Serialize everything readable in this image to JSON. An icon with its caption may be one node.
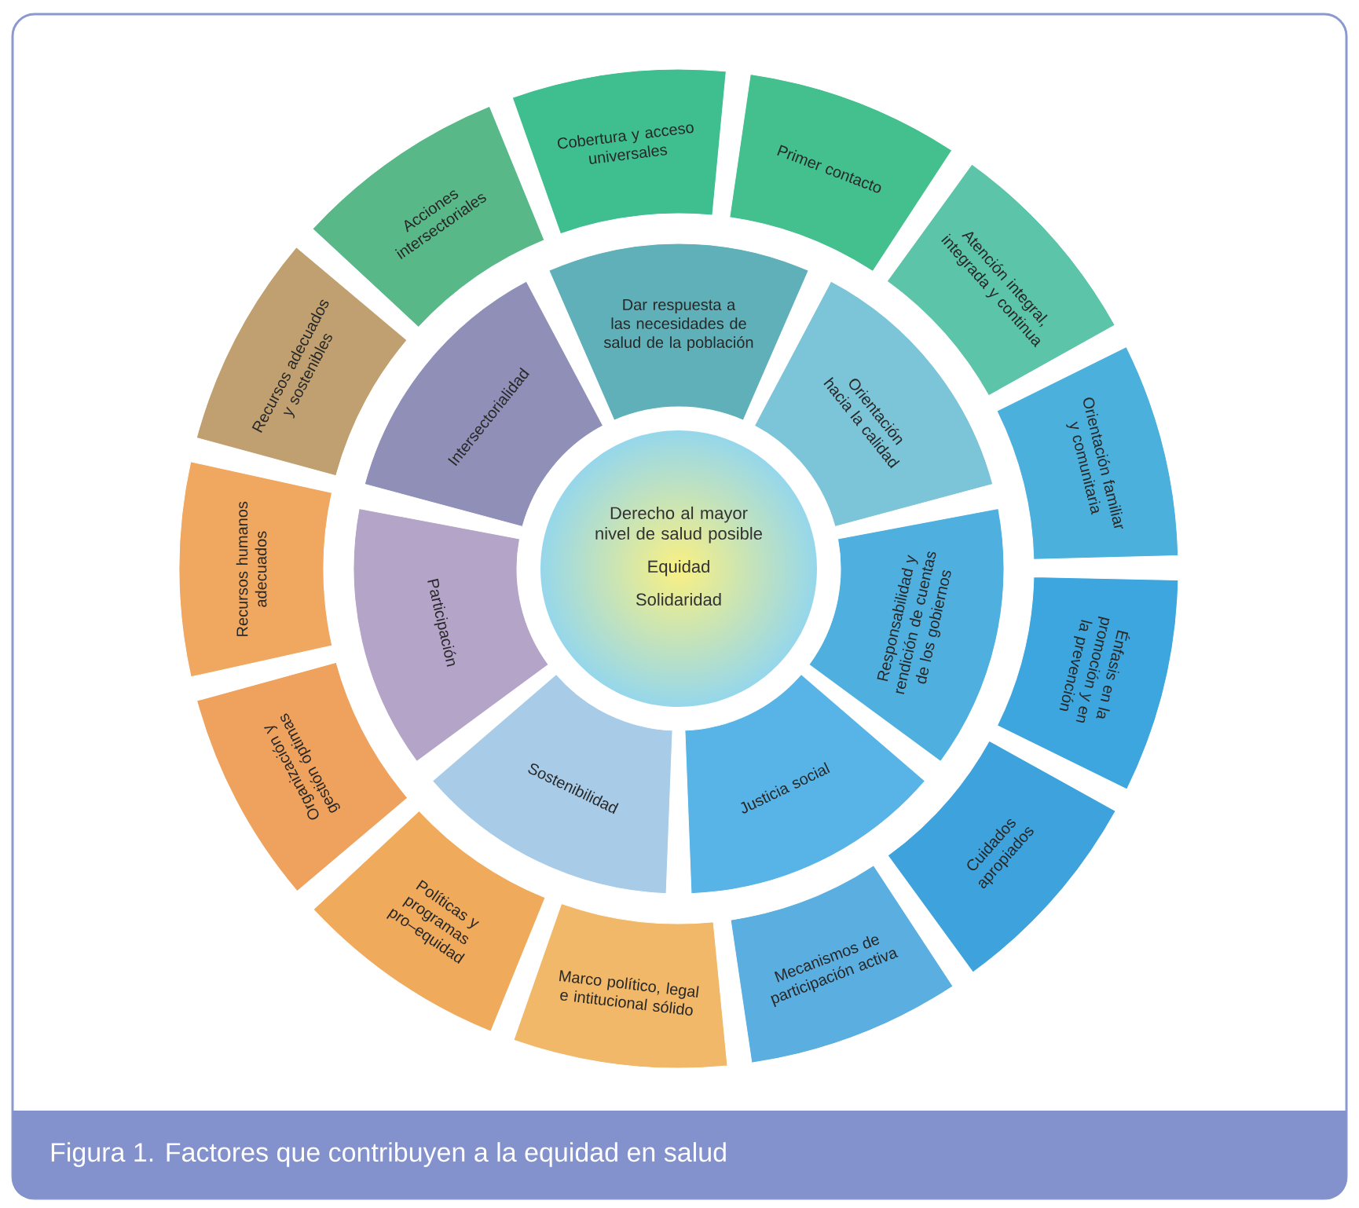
{
  "diagram": {
    "caption": "Figura 1. Factores que contribuyen a la equidad en salud",
    "nodes": [
      {
        "text": [
          "Derecho al mayor nivel de salud posible",
          "Equidad",
          "Solidaridad"
        ]
      },
      {
        "text": [
          "Dar respuesta a las necesidades de salud de la población"
        ]
      },
      {
        "text": [
          "Orientación hacia la calidad"
        ]
      },
      {
        "text": [
          "Responsabilidad y rendición de cuentas de los gobiernos"
        ]
      },
      {
        "text": [
          "Justicia social"
        ]
      },
      {
        "text": [
          "Sostenibilidad"
        ]
      },
      {
        "text": [
          "Participación"
        ]
      },
      {
        "text": [
          "Intersectorialidad"
        ]
      },
      {
        "text": [
          "Cobertura y acceso universales"
        ]
      },
      {
        "text": [
          "Primer contacto"
        ]
      },
      {
        "text": [
          "Atención integral, integrada y continua"
        ]
      },
      {
        "text": [
          "Orientación familiar y comunitaria"
        ]
      },
      {
        "text": [
          "Énfasis en la promoción y en la prevención"
        ]
      },
      {
        "text": [
          "Cuidados apropiados"
        ]
      },
      {
        "text": [
          "Mecanismos de participación activa"
        ]
      },
      {
        "text": [
          "Marco político, legal e intitucional sólido"
        ]
      },
      {
        "text": [
          "Políticas y programas pro–equidad"
        ]
      },
      {
        "text": [
          "Organización y gestión óptimas"
        ]
      },
      {
        "text": [
          "Recursos humanos adecuados"
        ]
      },
      {
        "text": [
          "Recursos adecuados y sostenibles"
        ]
      },
      {
        "text": [
          "Acciones intersectoriales"
        ]
      }
    ],
    "edges": []
  }
}
